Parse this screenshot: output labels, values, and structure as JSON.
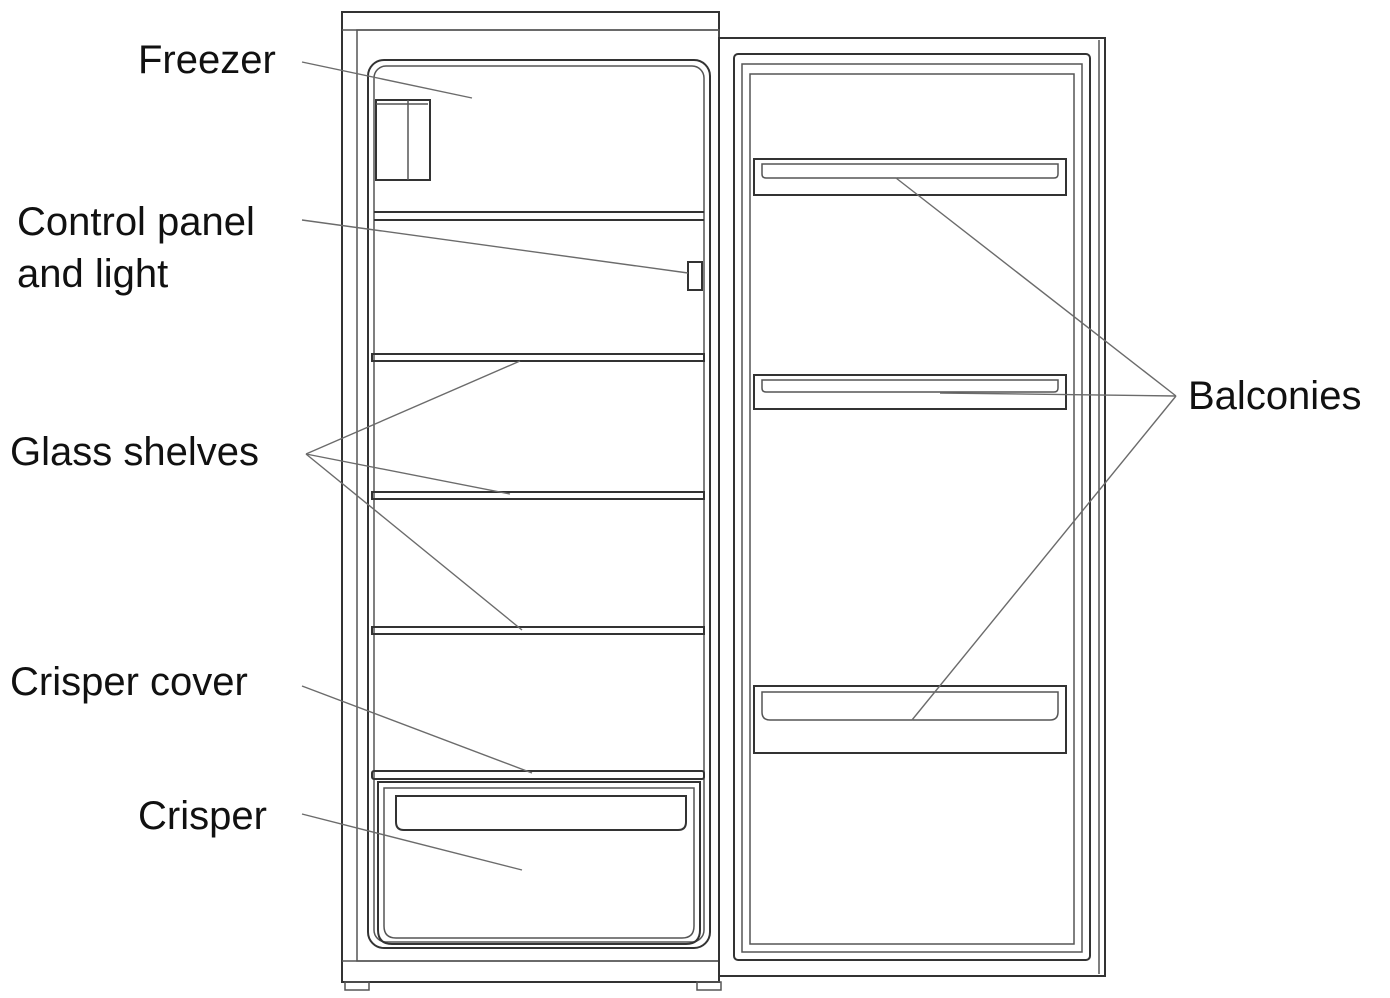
{
  "labels": {
    "freezer": "Freezer",
    "control_panel_line1": "Control panel",
    "control_panel_line2": "and light",
    "glass_shelves": "Glass shelves",
    "crisper_cover": "Crisper cover",
    "crisper": "Crisper",
    "balconies": "Balconies"
  },
  "colors": {
    "outline": "#333333",
    "leader_line": "#6b6b6b",
    "text": "#111111",
    "background": "#ffffff"
  }
}
